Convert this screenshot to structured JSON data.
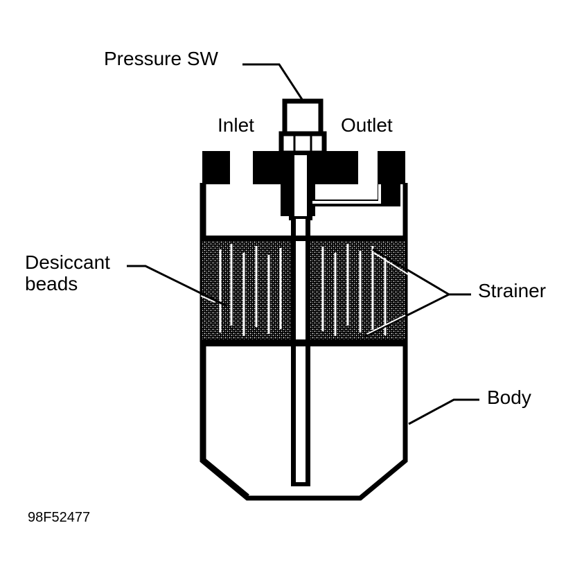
{
  "labels": {
    "pressure_switch": "Pressure SW",
    "inlet": "Inlet",
    "outlet": "Outlet",
    "desiccant_line1": "Desiccant",
    "desiccant_line2": "beads",
    "strainer": "Strainer",
    "body": "Body"
  },
  "figure_id": "98F52477",
  "colors": {
    "ink": "#000000",
    "paper": "#ffffff"
  }
}
